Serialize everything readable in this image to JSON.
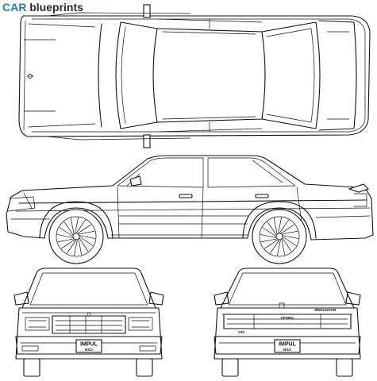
{
  "logo": {
    "car": "CAR",
    "blueprints": "blueprints"
  },
  "plates": {
    "front_line1": "IMPUL",
    "front_line2": "BSO",
    "rear_line1": "IMPUL",
    "rear_line2": "BSO"
  },
  "badges": {
    "rear_model": "CEDRIC",
    "rear_grade": "BROUGHAM",
    "rear_left": "V30"
  },
  "views": [
    "top-view",
    "side-view",
    "front-view",
    "rear-view"
  ]
}
